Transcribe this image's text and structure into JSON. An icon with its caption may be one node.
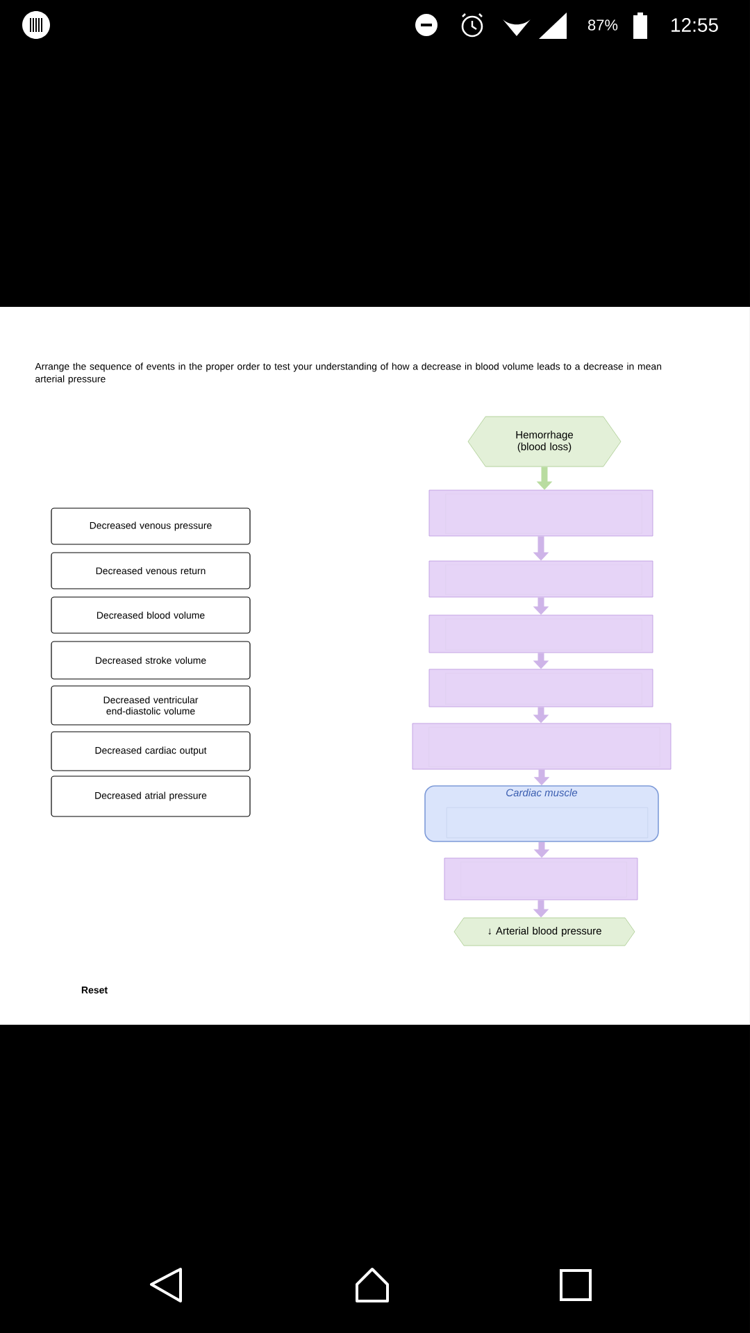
{
  "diagram": {
    "title": "Arrange the sequence of events in the proper order to test your understanding of how a decrease in blood volume leads to a decrease in mean arterial pressure",
    "nodes": [
      {
        "text": [
          "Hemorrhage (blood loss)"
        ]
      },
      {
        "text": [],
        "shape": "box"
      },
      {
        "text": [],
        "shape": "box"
      },
      {
        "text": [],
        "shape": "box"
      },
      {
        "text": [],
        "shape": "box"
      },
      {
        "text": [],
        "shape": "box"
      },
      {
        "text": [
          "Cardiac muscle"
        ]
      },
      {
        "text": [],
        "shape": "box"
      },
      {
        "text": [
          "↓ Arterial blood pressure"
        ]
      },
      {
        "text": [
          "Decreased venous pressure"
        ]
      },
      {
        "text": [
          "Decreased venous return"
        ]
      },
      {
        "text": [
          "Decreased blood volume"
        ]
      },
      {
        "text": [
          "Decreased stroke volume"
        ]
      },
      {
        "text": [
          "Decreased ventricular end-diastolic volume"
        ]
      },
      {
        "text": [
          "Decreased cardiac output"
        ]
      },
      {
        "text": [
          "Decreased atrial pressure"
        ]
      }
    ],
    "edges": [
      {
        "from": 0,
        "to": 1,
        "arrow": "to",
        "color": "#b9dca0"
      },
      {
        "from": 1,
        "to": 2,
        "arrow": "to"
      },
      {
        "from": 2,
        "to": 3,
        "arrow": "to"
      },
      {
        "from": 3,
        "to": 4,
        "arrow": "to"
      },
      {
        "from": 4,
        "to": 5,
        "arrow": "to"
      },
      {
        "from": 5,
        "to": 6,
        "arrow": "to"
      },
      {
        "from": 6,
        "to": 7,
        "arrow": "to"
      },
      {
        "from": 7,
        "to": 8,
        "arrow": "to"
      }
    ],
    "labels": [
      "87%",
      "12:55",
      "Reset"
    ]
  }
}
